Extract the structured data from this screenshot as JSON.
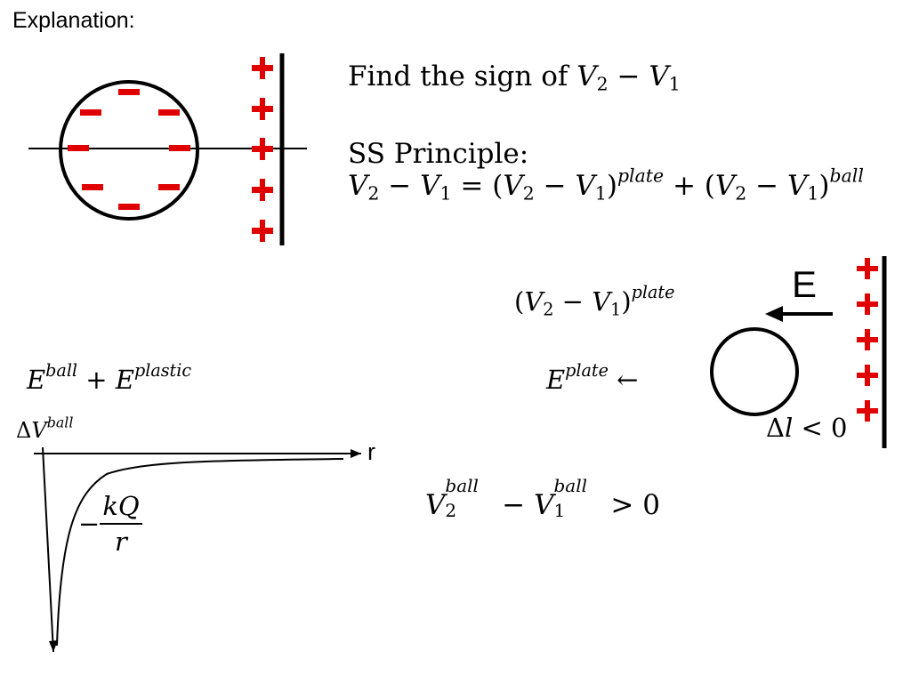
{
  "heading": "Explanation:",
  "find_text": "Find the sign of",
  "ss_principle": "SS Principle:",
  "symbols": {
    "v": "V",
    "one": "1",
    "two": "2",
    "minus": "−",
    "plus": "+",
    "equals": "=",
    "open": "(",
    "close": ")",
    "plate": "plate",
    "ball": "ball",
    "plastic": "plastic",
    "e": "E",
    "left_arrow": "←",
    "delta": "Δ",
    "l": "l",
    "lt": "<",
    "gt": ">",
    "zero": "0",
    "k": "k",
    "q": "Q",
    "r": "r"
  },
  "labels": {
    "e_field": "E",
    "r_axis": "r"
  },
  "diagram_signs": {
    "negative": "−",
    "positive": "+"
  },
  "colors": {
    "charge": "#e00000",
    "ink": "#000000"
  }
}
